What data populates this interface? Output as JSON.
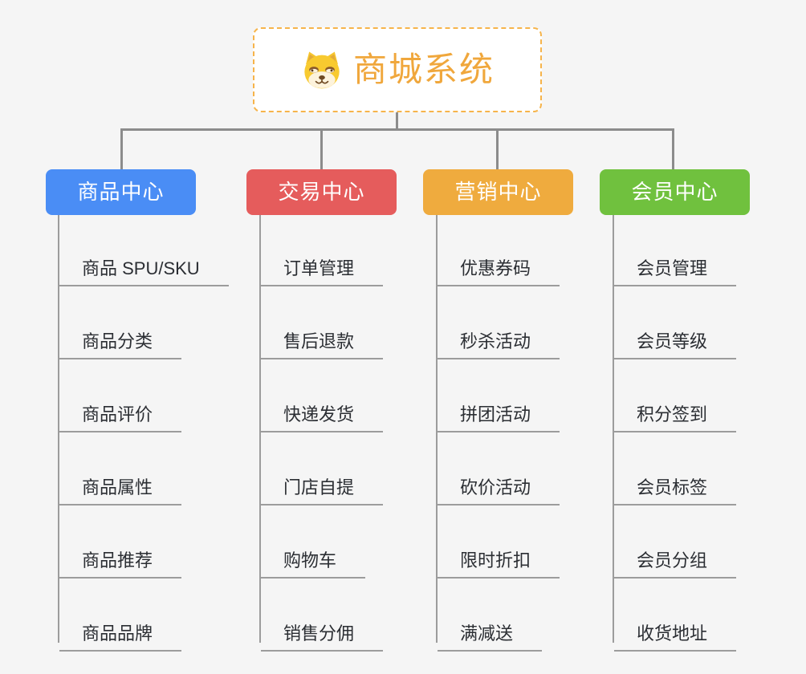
{
  "root": {
    "title": "商城系统",
    "icon": "doge-icon"
  },
  "branches": [
    {
      "label": "商品中心",
      "color": "#4a8df5",
      "children": [
        "商品 SPU/SKU",
        "商品分类",
        "商品评价",
        "商品属性",
        "商品推荐",
        "商品品牌"
      ]
    },
    {
      "label": "交易中心",
      "color": "#e55c5c",
      "children": [
        "订单管理",
        "售后退款",
        "快递发货",
        "门店自提",
        "购物车",
        "销售分佣"
      ]
    },
    {
      "label": "营销中心",
      "color": "#efab3e",
      "children": [
        "优惠券码",
        "秒杀活动",
        "拼团活动",
        "砍价活动",
        "限时折扣",
        "满减送"
      ]
    },
    {
      "label": "会员中心",
      "color": "#70c13e",
      "children": [
        "会员管理",
        "会员等级",
        "积分签到",
        "会员标签",
        "会员分组",
        "收货地址"
      ]
    }
  ],
  "colors": {
    "background": "#f5f5f5",
    "connector": "#8c8c8c",
    "child_line": "#9c9c9c",
    "child_text": "#2b2e33",
    "root_border": "#f6b44b",
    "root_title": "#f0a73c",
    "root_background": "#ffffff",
    "branch_text": "#ffffff"
  }
}
